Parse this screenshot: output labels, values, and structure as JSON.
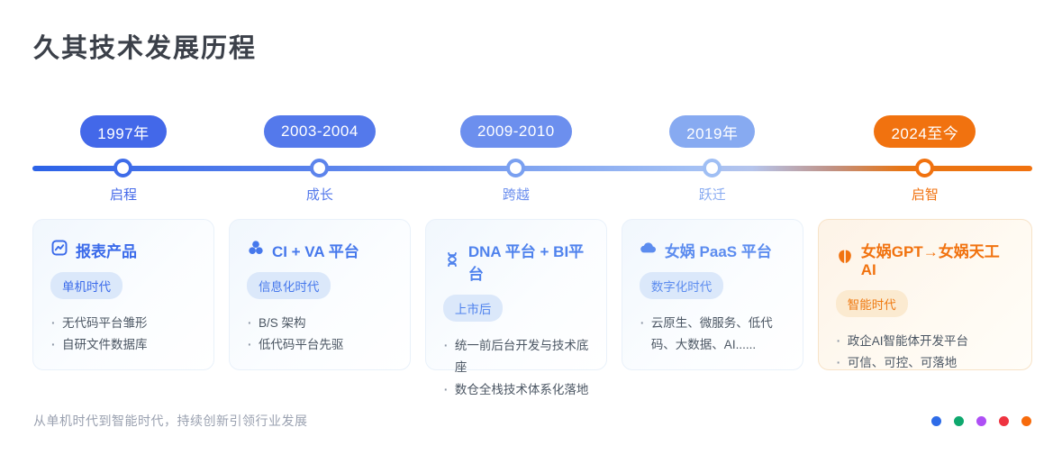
{
  "page": {
    "title": "久其技术发展历程",
    "footer_text": "从单机时代到智能时代，持续创新引领行业发展"
  },
  "stages": [
    {
      "year": "1997年",
      "label": "启程",
      "icon": "line-chart-icon",
      "title": "报表产品",
      "era": "单机时代",
      "bullets": [
        "无代码平台雏形",
        "自研文件数据库"
      ],
      "accent": "#4368e9"
    },
    {
      "year": "2003-2004",
      "label": "成长",
      "icon": "cluster-icon",
      "title": "CI + VA 平台",
      "era": "信息化时代",
      "bullets": [
        "B/S 架构",
        "低代码平台先驱"
      ],
      "accent": "#5479eb"
    },
    {
      "year": "2009-2010",
      "label": "跨越",
      "icon": "dna-icon",
      "title": "DNA 平台 + BI平台",
      "era": "上市后",
      "bullets": [
        "统一前后台开发与技术底座",
        "数仓全栈技术体系化落地"
      ],
      "accent": "#6c8fee"
    },
    {
      "year": "2019年",
      "label": "跃迁",
      "icon": "cloud-icon",
      "title": "女娲 PaaS 平台",
      "era": "数字化时代",
      "bullets": [
        "云原生、微服务、低代码、大数据、AI......"
      ],
      "accent": "#87aaf1"
    },
    {
      "year": "2024至今",
      "label": "启智",
      "icon": "brain-icon",
      "title": "女娲GPT→女娲天工 AI",
      "era": "智能时代",
      "bullets": [
        "政企AI智能体开发平台",
        "可信、可控、可落地"
      ],
      "accent": "#f1720f"
    }
  ],
  "timeline": {
    "gradient_start": "#2b62e7",
    "gradient_end": "#f1720f"
  },
  "footer_dots": [
    "#2e6ce8",
    "#0ea86e",
    "#ae4ff5",
    "#ee3340",
    "#f76b0c"
  ]
}
